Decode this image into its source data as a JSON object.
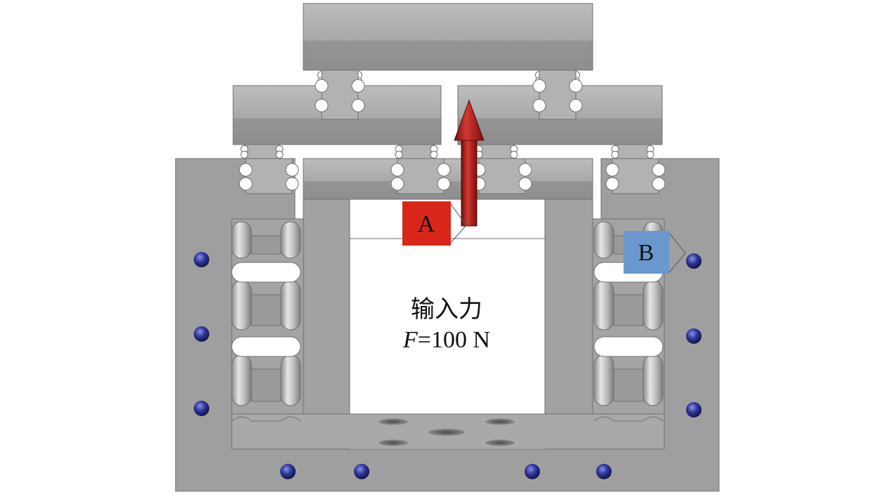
{
  "labels": {
    "a": "A",
    "b": "B",
    "input_caption": "输入力",
    "force_symbol": "F",
    "force_value": "=100 N"
  },
  "colors": {
    "body": "#9d9d9d",
    "body_light": "#b9b9b9",
    "body_dark": "#7e7e7e",
    "edge": "#6f6f6f",
    "arrow": "#b0201c",
    "label_a_bg": "#d8261b",
    "label_b_bg": "#6b97cf",
    "fixed_point": "#2a2f8f"
  },
  "icons": {
    "fixed_point": "blue-sphere-icon",
    "arrow": "up-arrow-icon"
  }
}
